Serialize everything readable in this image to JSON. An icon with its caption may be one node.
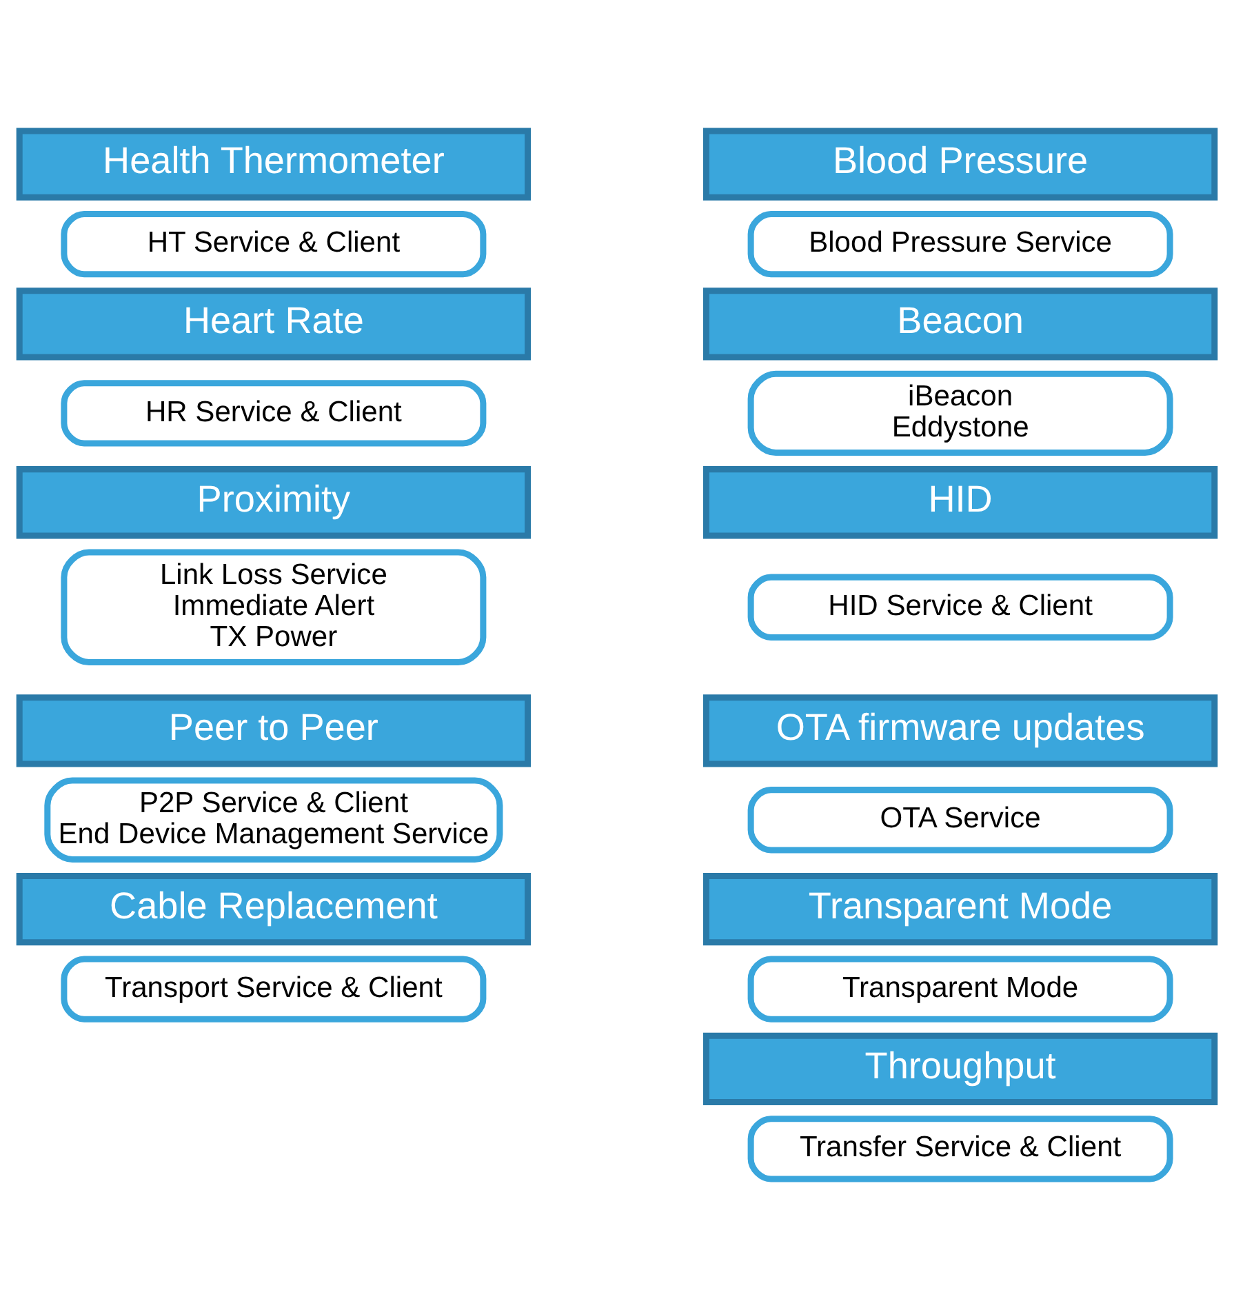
{
  "diagram": {
    "nodes": [
      {
        "text": [
          "Health Thermometer"
        ]
      },
      {
        "text": [
          "HT Service & Client"
        ]
      },
      {
        "text": [
          "Heart Rate"
        ]
      },
      {
        "text": [
          "HR Service & Client"
        ]
      },
      {
        "text": [
          "Proximity"
        ]
      },
      {
        "text": [
          "Link Loss Service",
          "Immediate Alert",
          "TX Power"
        ]
      },
      {
        "text": [
          "Blood Pressure"
        ]
      },
      {
        "text": [
          "Blood Pressure Service"
        ]
      },
      {
        "text": [
          "Beacon"
        ]
      },
      {
        "text": [
          "iBeacon",
          "Eddystone"
        ]
      },
      {
        "text": [
          "HID"
        ]
      },
      {
        "text": [
          "HID Service & Client"
        ]
      },
      {
        "text": [
          "Peer to Peer"
        ]
      },
      {
        "text": [
          "P2P Service & Client",
          "End Device Management Service"
        ]
      },
      {
        "text": [
          "Cable Replacement"
        ]
      },
      {
        "text": [
          "Transport Service & Client"
        ]
      },
      {
        "text": [
          "OTA firmware updates"
        ]
      },
      {
        "text": [
          "OTA Service"
        ]
      },
      {
        "text": [
          "Transparent Mode"
        ]
      },
      {
        "text": [
          "Transparent Mode"
        ]
      },
      {
        "text": [
          "Throughput"
        ]
      },
      {
        "text": [
          "Transfer Service & Client"
        ]
      }
    ],
    "edges": []
  }
}
